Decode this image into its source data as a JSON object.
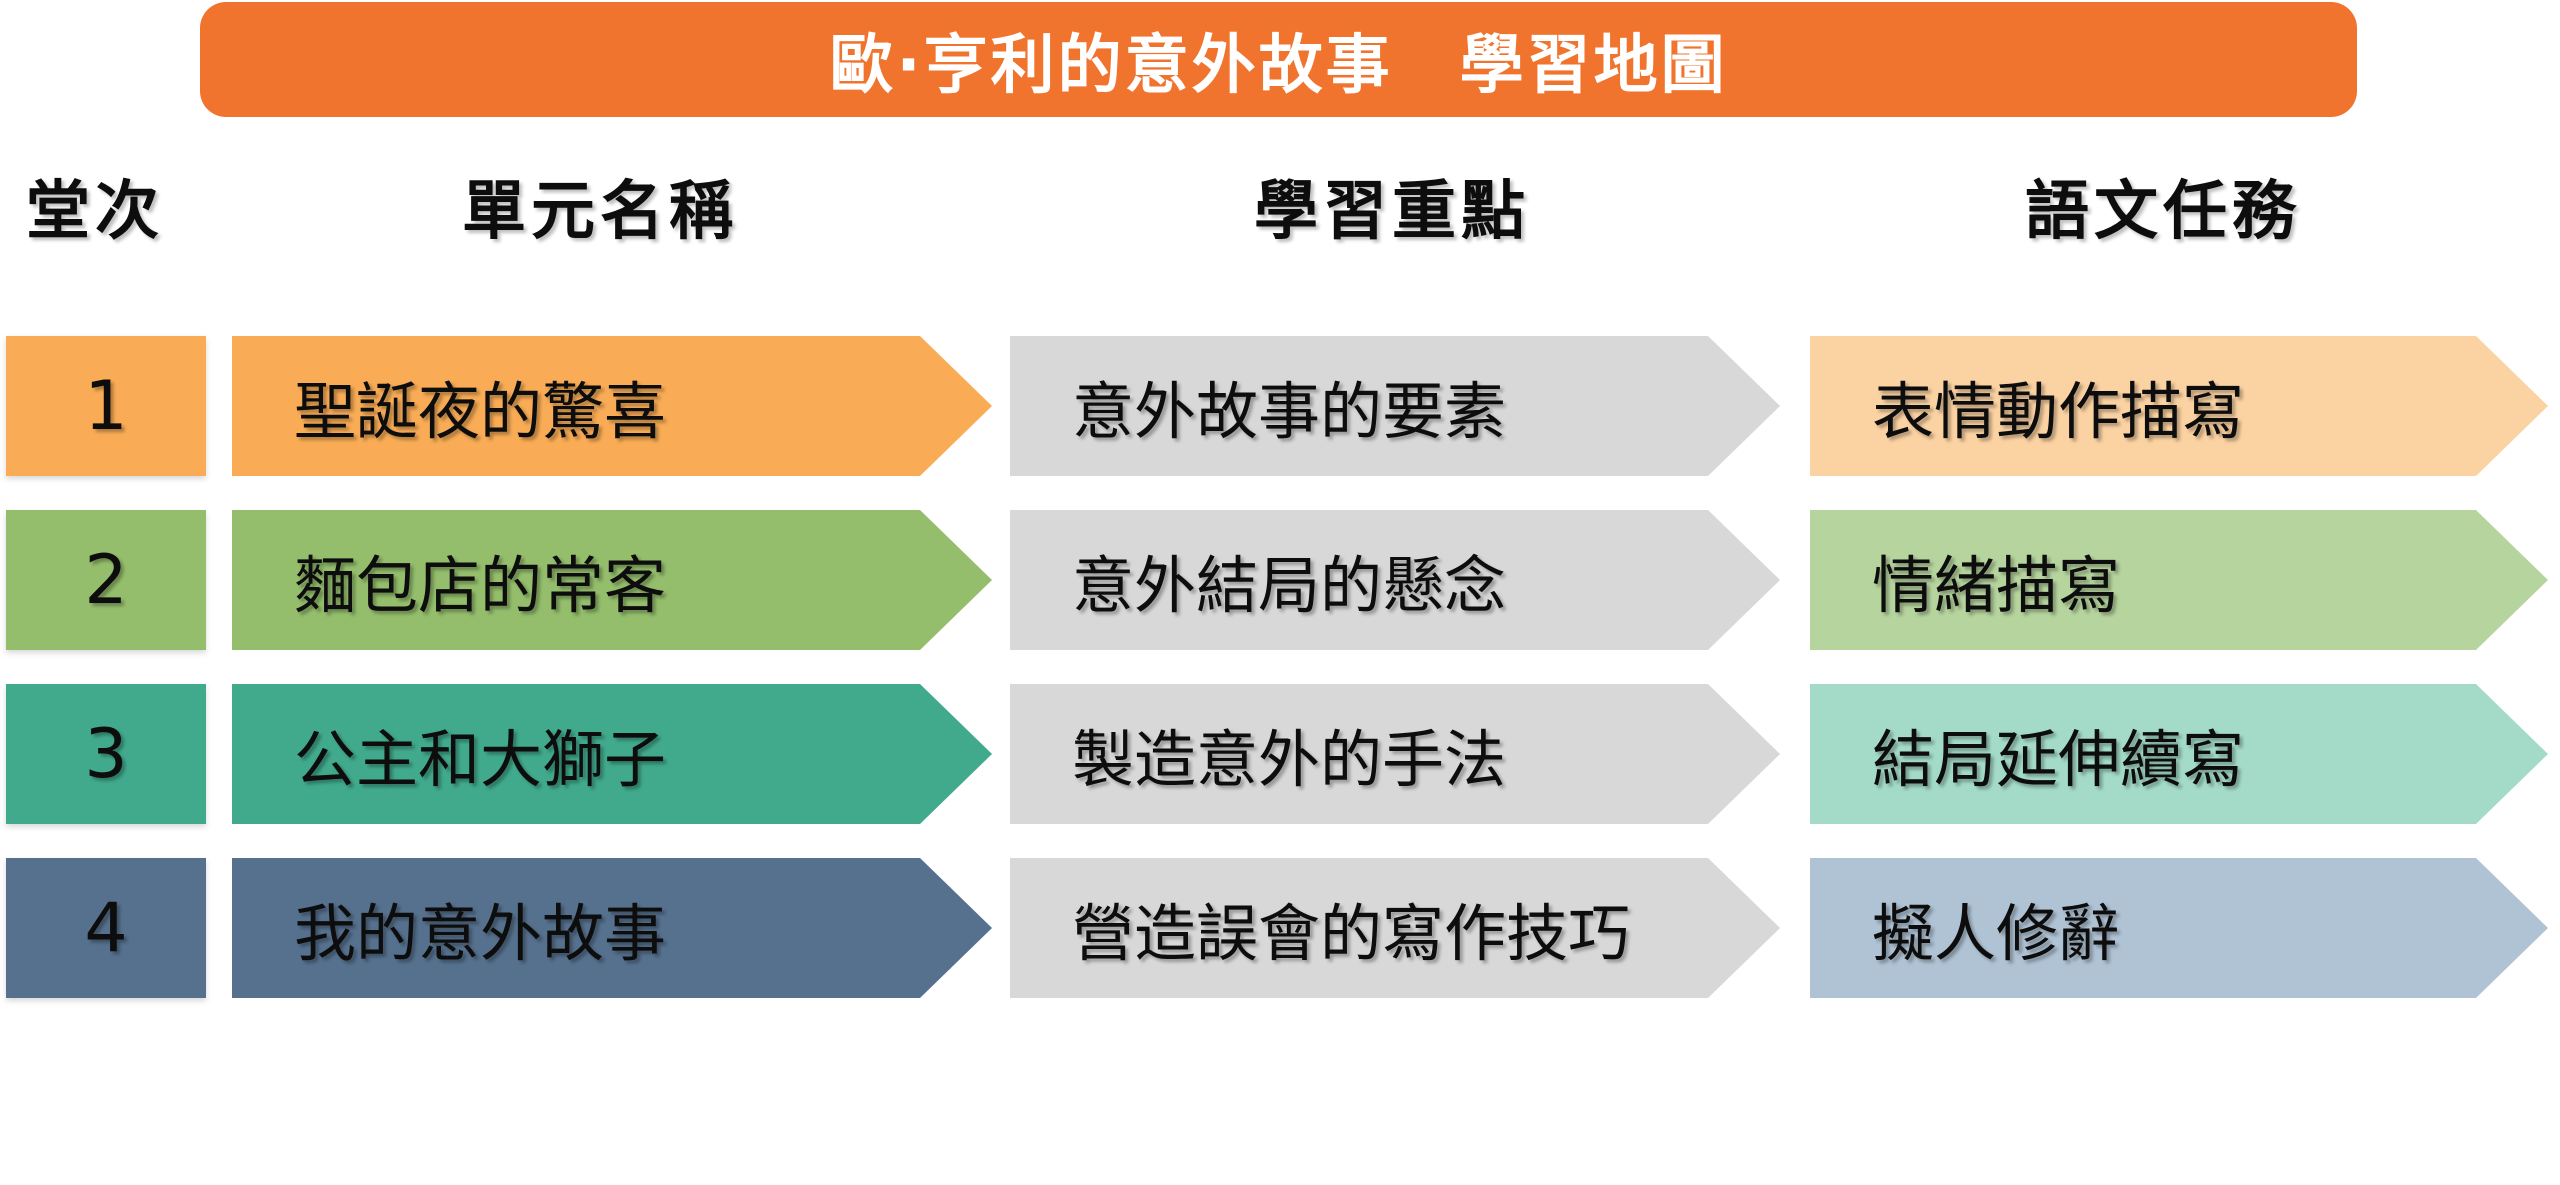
{
  "title": "歐·亨利的意外故事　學習地圖",
  "columns": [
    {
      "label": "堂次"
    },
    {
      "label": "單元名稱"
    },
    {
      "label": "學習重點"
    },
    {
      "label": "語文任務"
    }
  ],
  "rows": [
    {
      "num": "1",
      "unit": "聖誕夜的驚喜",
      "focus": "意外故事的要素",
      "task": "表情動作描寫",
      "colors": {
        "number": "#F9AC55",
        "unit": "#F9AC55",
        "task": "#FBD2A2"
      }
    },
    {
      "num": "2",
      "unit": "麵包店的常客",
      "focus": "意外結局的懸念",
      "task": "情緒描寫",
      "colors": {
        "number": "#94BE6C",
        "unit": "#94BE6C",
        "task": "#B6D49E"
      }
    },
    {
      "num": "3",
      "unit": "公主和大獅子",
      "focus": "製造意外的手法",
      "task": "結局延伸續寫",
      "colors": {
        "number": "#41AA8D",
        "unit": "#41AA8D",
        "task": "#A4DBC8"
      }
    },
    {
      "num": "4",
      "unit": "我的意外故事",
      "focus": "營造誤會的寫作技巧",
      "task": "擬人修辭",
      "colors": {
        "number": "#56718E",
        "unit": "#56718E",
        "task": "#AFC3D4"
      }
    }
  ],
  "colors": {
    "banner": "#F1742E",
    "focus_arrow": "#D8D8D8",
    "text": "#0d0d0d",
    "title_text": "#ffffff",
    "background": "#ffffff"
  }
}
